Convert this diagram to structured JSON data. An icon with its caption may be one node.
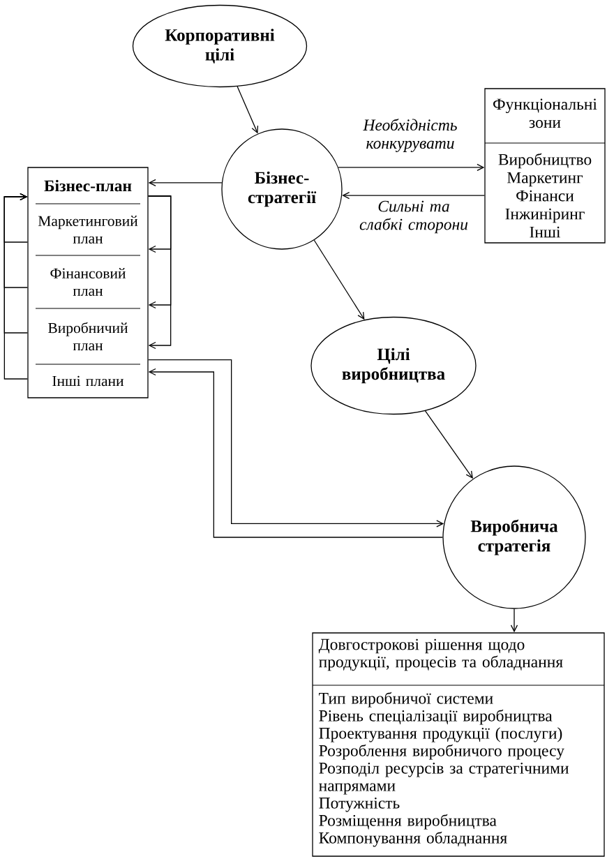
{
  "diagram": {
    "nodes": [
      {
        "text": [
          "Корпоративні цілі"
        ]
      },
      {
        "text": [
          "Бізнес-стратегії"
        ]
      },
      {
        "text": [
          "Функціональні зони",
          "Виробництво",
          "Маркетинг",
          "Фінанси",
          "Інжиніринг",
          "Інші"
        ]
      },
      {
        "text": [],
        "shape": "box"
      },
      {
        "text": [
          "Бізнес-план"
        ],
        "in": 3
      },
      {
        "text": [
          "Маркетинговий план"
        ],
        "in": 3
      },
      {
        "text": [
          "Фінансовий план"
        ],
        "in": 3
      },
      {
        "text": [
          "Виробничий план"
        ],
        "in": 3
      },
      {
        "text": [
          "Інші плани"
        ],
        "in": 3
      },
      {
        "text": [
          "Цілі виробництва"
        ]
      },
      {
        "text": [
          "Виробнича стратегія"
        ]
      },
      {
        "text": [
          "Довгострокові рішення щодо продукції, процесів та обладнання",
          "Тип виробничої системи",
          "Рівень спеціалізації виробництва",
          "Проектування продукції (послуги)",
          "Розроблення виробничого процесу",
          "Розподіл ресурсів за стратегічними напрямами",
          "Потужність",
          "Розміщення виробництва",
          "Компонування обладнання"
        ]
      }
    ],
    "edges": [
      {
        "from": 0,
        "to": 1,
        "arrow": "to"
      },
      {
        "from": 1,
        "to": 2,
        "arrow": "to",
        "label": "Необхідність конкурувати"
      },
      {
        "from": 2,
        "to": 1,
        "arrow": "to",
        "label": "Сильні та слабкі сторони"
      },
      {
        "from": 1,
        "to": 4,
        "arrow": "to"
      },
      {
        "from": 4,
        "to": 5,
        "arrow": "to"
      },
      {
        "from": 4,
        "to": 6,
        "arrow": "to"
      },
      {
        "from": 4,
        "to": 7,
        "arrow": "to"
      },
      {
        "from": 5,
        "to": 4,
        "arrow": "to"
      },
      {
        "from": 6,
        "to": 4,
        "arrow": "to"
      },
      {
        "from": 7,
        "to": 4,
        "arrow": "to"
      },
      {
        "from": 8,
        "to": 4,
        "arrow": "to"
      },
      {
        "from": 1,
        "to": 9,
        "arrow": "to"
      },
      {
        "from": 9,
        "to": 10,
        "arrow": "to"
      },
      {
        "from": 7,
        "to": 10,
        "arrow": "to"
      },
      {
        "from": 10,
        "to": 8,
        "arrow": "to"
      },
      {
        "from": 10,
        "to": 11,
        "arrow": "to"
      }
    ]
  }
}
